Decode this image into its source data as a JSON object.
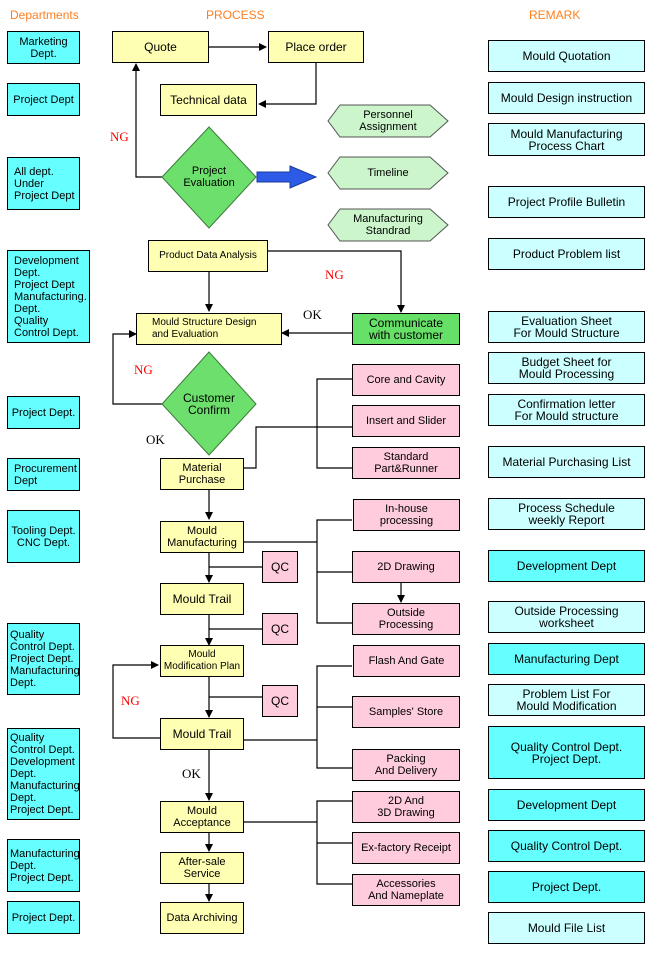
{
  "headers": {
    "departments": "Departments",
    "process": "PROCESS",
    "remark": "REMARK"
  },
  "departments": [
    "Marketing\nDept.",
    "Project Dept",
    "All dept.\nUnder\nProject Dept",
    "Development\nDept.\nProject Dept\nManufacturing.\nDept.\nQuality\nControl Dept.",
    "Project Dept.",
    "Procurement\nDept",
    "Tooling Dept.\nCNC Dept.",
    "Quality\nControl Dept.\nProject Dept.\nManufacturing\nDept.",
    "Quality\nControl Dept.\nDevelopment\nDept.\nManufacturing\nDept.\nProject Dept.",
    "Manufacturing\nDept.\nProject Dept.",
    "Project Dept."
  ],
  "process": {
    "quote": "Quote",
    "place_order": "Place order",
    "technical_data": "Technical data",
    "project_evaluation": "Project\nEvaluation",
    "personnel_assignment": "Personnel\nAssignment",
    "timeline": "Timeline",
    "manufacturing_standard": "Manufacturing\nStandrad",
    "product_data_analysis": "Product Data Analysis",
    "mould_structure_design": "Mould Structure Design\nand Evaluation",
    "communicate_customer": "Communicate\nwith customer",
    "customer_confirm": "Customer\nConfirm",
    "material_purchase": "Material\nPurchase",
    "core_cavity": "Core and Cavity",
    "insert_slider": "Insert and Slider",
    "standard_part": "Standard\nPart&Runner",
    "mould_manufacturing": "Mould\nManufacturing",
    "inhouse": "In-house\nprocessing",
    "drawing_2d": "2D Drawing",
    "outside_processing": "Outside\nProcessing",
    "qc": "QC",
    "mould_trail_1": "Mould Trail",
    "mould_modification_plan": "Mould\nModification Plan",
    "flash_gate": "Flash And Gate",
    "samples_store": "Samples' Store",
    "mould_trail_2": "Mould Trail",
    "packing_delivery": "Packing\nAnd Delivery",
    "mould_acceptance": "Mould\nAcceptance",
    "drawing_2d_3d": "2D And\n3D Drawing",
    "ex_factory": "Ex-factory Receipt",
    "after_sale": "After-sale\nService",
    "accessories": "Accessories\nAnd Nameplate",
    "data_archiving": "Data Archiving"
  },
  "labels": {
    "ng": "NG",
    "ok": "OK"
  },
  "remarks": [
    "Mould Quotation",
    "Mould Design instruction",
    "Mould Manufacturing\nProcess Chart",
    "Project Profile Bulletin",
    "Product Problem list",
    "Evaluation Sheet\nFor Mould Structure",
    "Budget Sheet for\nMould Processing",
    "Confirmation letter\nFor Mould structure",
    "Material Purchasing List",
    "Process Schedule\nweekly Report",
    "Development Dept",
    "Outside Processing\nworksheet",
    "Manufacturing Dept",
    "Problem List For\nMould Modification",
    "Quality Control Dept.\nProject Dept.",
    "Development Dept",
    "Quality Control Dept.",
    "Project Dept.",
    "Mould File List"
  ]
}
